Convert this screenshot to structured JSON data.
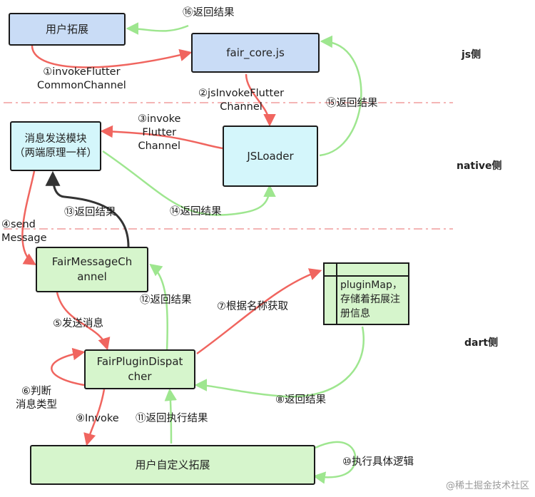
{
  "sections": {
    "js": "js侧",
    "native": "native侧",
    "dart": "dart侧"
  },
  "nodes": {
    "user_ext": "用户拓展",
    "fair_core": "fair_core.js",
    "msg_module": "消息发送模块\n（两端原理一样）",
    "jsloader": "JSLoader",
    "fair_channel": "FairMessageCh\nannel",
    "dispatcher": "FairPluginDispat\ncher",
    "plugin_map": "pluginMap，\n存储着拓展注\n册信息",
    "user_custom": "用户自定义拓展"
  },
  "edges": {
    "e1": "①invokeFlutter\nCommonChannel",
    "e2": "②jsInvokeFlutter\nChannel",
    "e3": "③invoke\nFlutter\nChannel",
    "e4": "④send\nMessage",
    "e5": "⑤发送消息",
    "e6": "⑥判断\n消息类型",
    "e7": "⑦根据名称获取",
    "e8": "⑧返回结果",
    "e9": "⑨Invoke",
    "e10": "⑩执行具体逻辑",
    "e11": "⑪返回执行结果",
    "e12": "⑫返回结果",
    "e13": "⑬返回结果",
    "e14": "⑭返回结果",
    "e15": "⑮返回结果",
    "e16": "⑯返回结果"
  },
  "colors": {
    "red": "#f0655f",
    "green": "#9ee68f",
    "dark": "#333333",
    "divider": "#f4b5b5"
  },
  "watermark": "@稀土掘金技术社区"
}
